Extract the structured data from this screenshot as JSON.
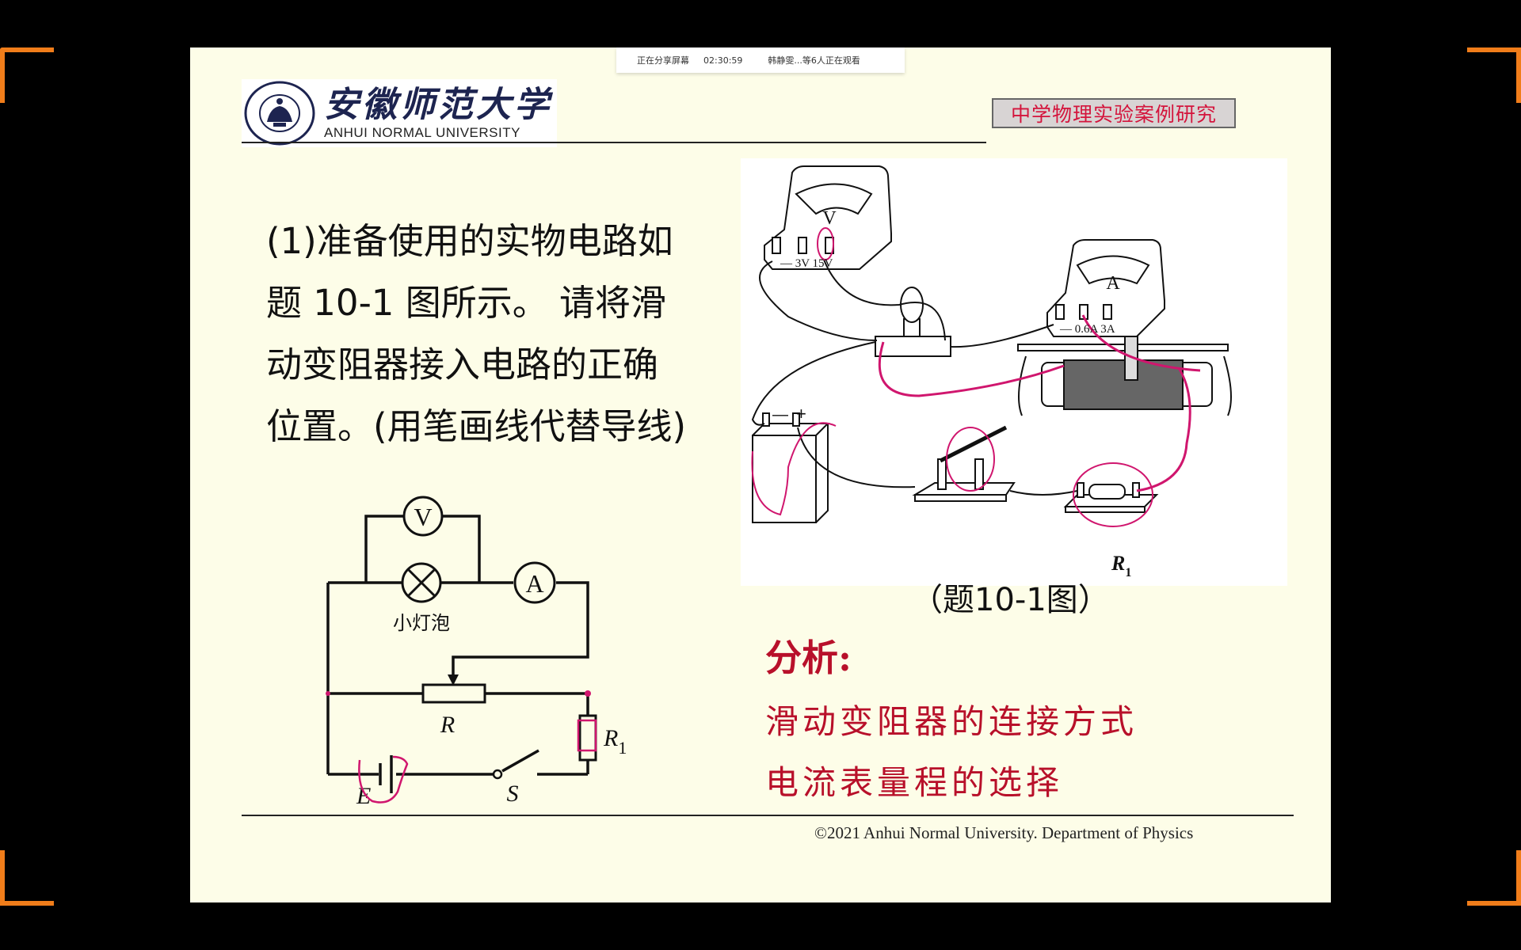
{
  "screen_share": {
    "status": "正在分享屏幕",
    "elapsed": "02:30:59",
    "viewers": "韩静雯...等6人正在观看"
  },
  "header": {
    "university_cn": "安徽师范大学",
    "university_en": "ANHUI NORMAL UNIVERSITY",
    "course_title": "中学物理实验案例研究"
  },
  "question": {
    "lines": [
      "(1)准备使用的实物电路如",
      "题 10-1 图所示。 请将滑",
      "动变阻器接入电路的正确",
      "位置。(用笔画线代替导线)"
    ]
  },
  "schematic": {
    "voltmeter": "V",
    "ammeter": "A",
    "bulb_label": "小灯泡",
    "rheostat": "R",
    "resistor": "R",
    "resistor_sub": "1",
    "battery": "E",
    "switch": "S"
  },
  "photo": {
    "voltmeter_label": "V",
    "voltmeter_terminals": "—  3V 15V",
    "ammeter_label": "A",
    "ammeter_terminals": "— 0.6A 3A",
    "battery_neg": "—",
    "battery_pos": "+",
    "resistor_label": "R",
    "resistor_sub": "1",
    "caption": "（题10-1图）"
  },
  "analysis": {
    "title": "分析:",
    "items": [
      "滑动变阻器的连接方式",
      "电流表量程的选择"
    ]
  },
  "footer": {
    "copyright": "©2021 Anhui Normal University. Department of Physics"
  },
  "colors": {
    "slide_bg": "#fdfde8",
    "accent_red": "#b8102a",
    "badge_red": "#d4143c",
    "annotation_magenta": "#d0166e",
    "corner_orange": "#f07d1a"
  }
}
